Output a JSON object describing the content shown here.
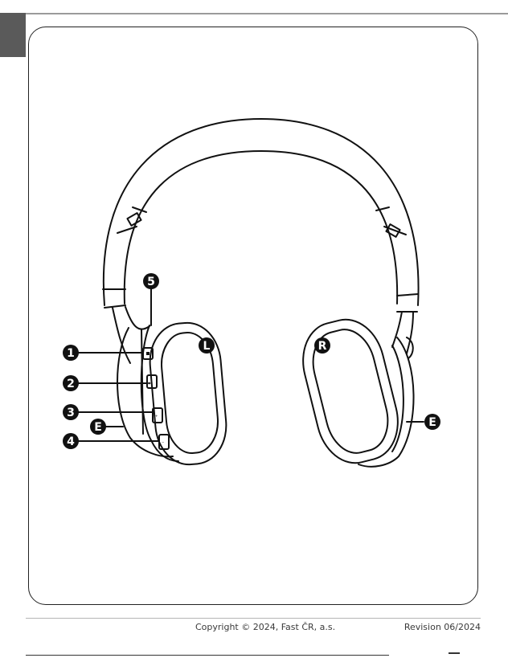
{
  "callouts": {
    "c1": "1",
    "c2": "2",
    "c3": "3",
    "c4": "4",
    "c5": "5",
    "left": "L",
    "right": "R",
    "e_left": "E",
    "e_right": "E"
  },
  "footer": {
    "copyright": "Copyright © 2024, Fast ČR, a.s.",
    "revision": "Revision 06/2024"
  }
}
